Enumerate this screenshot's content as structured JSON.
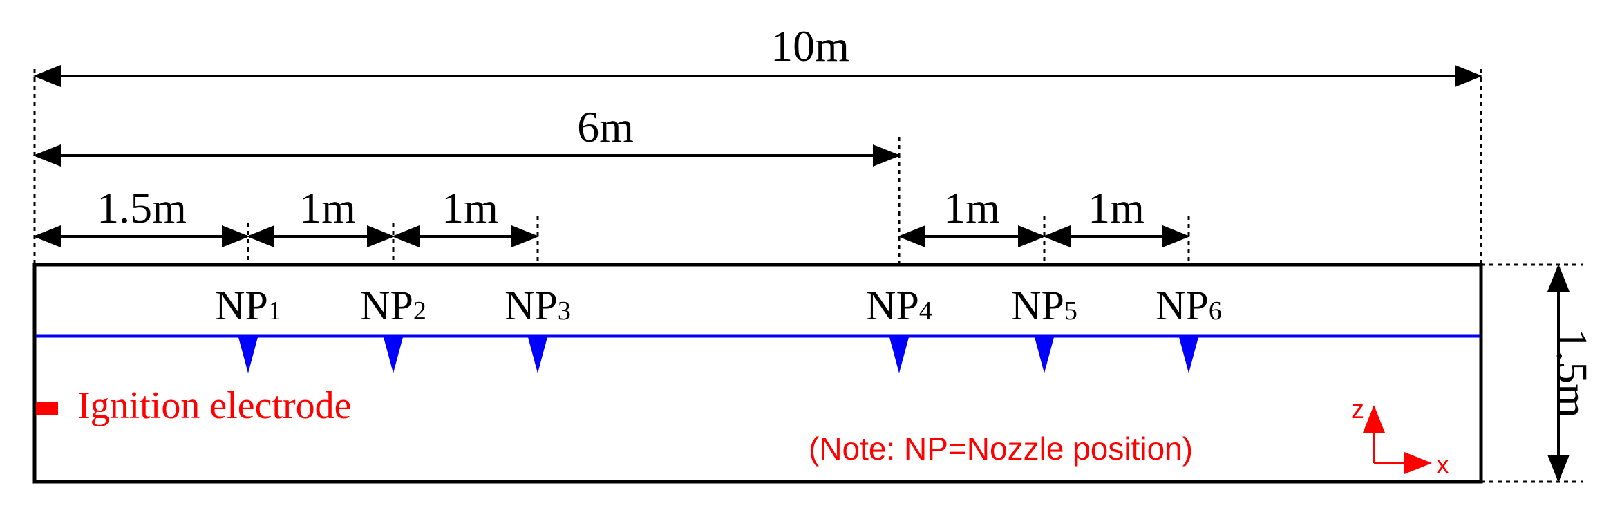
{
  "dimensions": {
    "total_length": "10m",
    "nozzle_span": "6m",
    "first_gap": "1.5m",
    "gap_1_2": "1m",
    "gap_2_3": "1m",
    "gap_4_5": "1m",
    "gap_5_6": "1m",
    "height": "1.5m"
  },
  "nozzles": [
    {
      "prefix": "NP",
      "index": "1"
    },
    {
      "prefix": "NP",
      "index": "2"
    },
    {
      "prefix": "NP",
      "index": "3"
    },
    {
      "prefix": "NP",
      "index": "4"
    },
    {
      "prefix": "NP",
      "index": "5"
    },
    {
      "prefix": "NP",
      "index": "6"
    }
  ],
  "ignition_label": "Ignition electrode",
  "note": "(Note: NP=Nozzle position)",
  "axes": {
    "vertical": "z",
    "horizontal": "x"
  },
  "colors": {
    "outline": "#000000",
    "nozzle": "#0000ff",
    "pipe": "#0000ff",
    "annotation": "#ff0000"
  }
}
